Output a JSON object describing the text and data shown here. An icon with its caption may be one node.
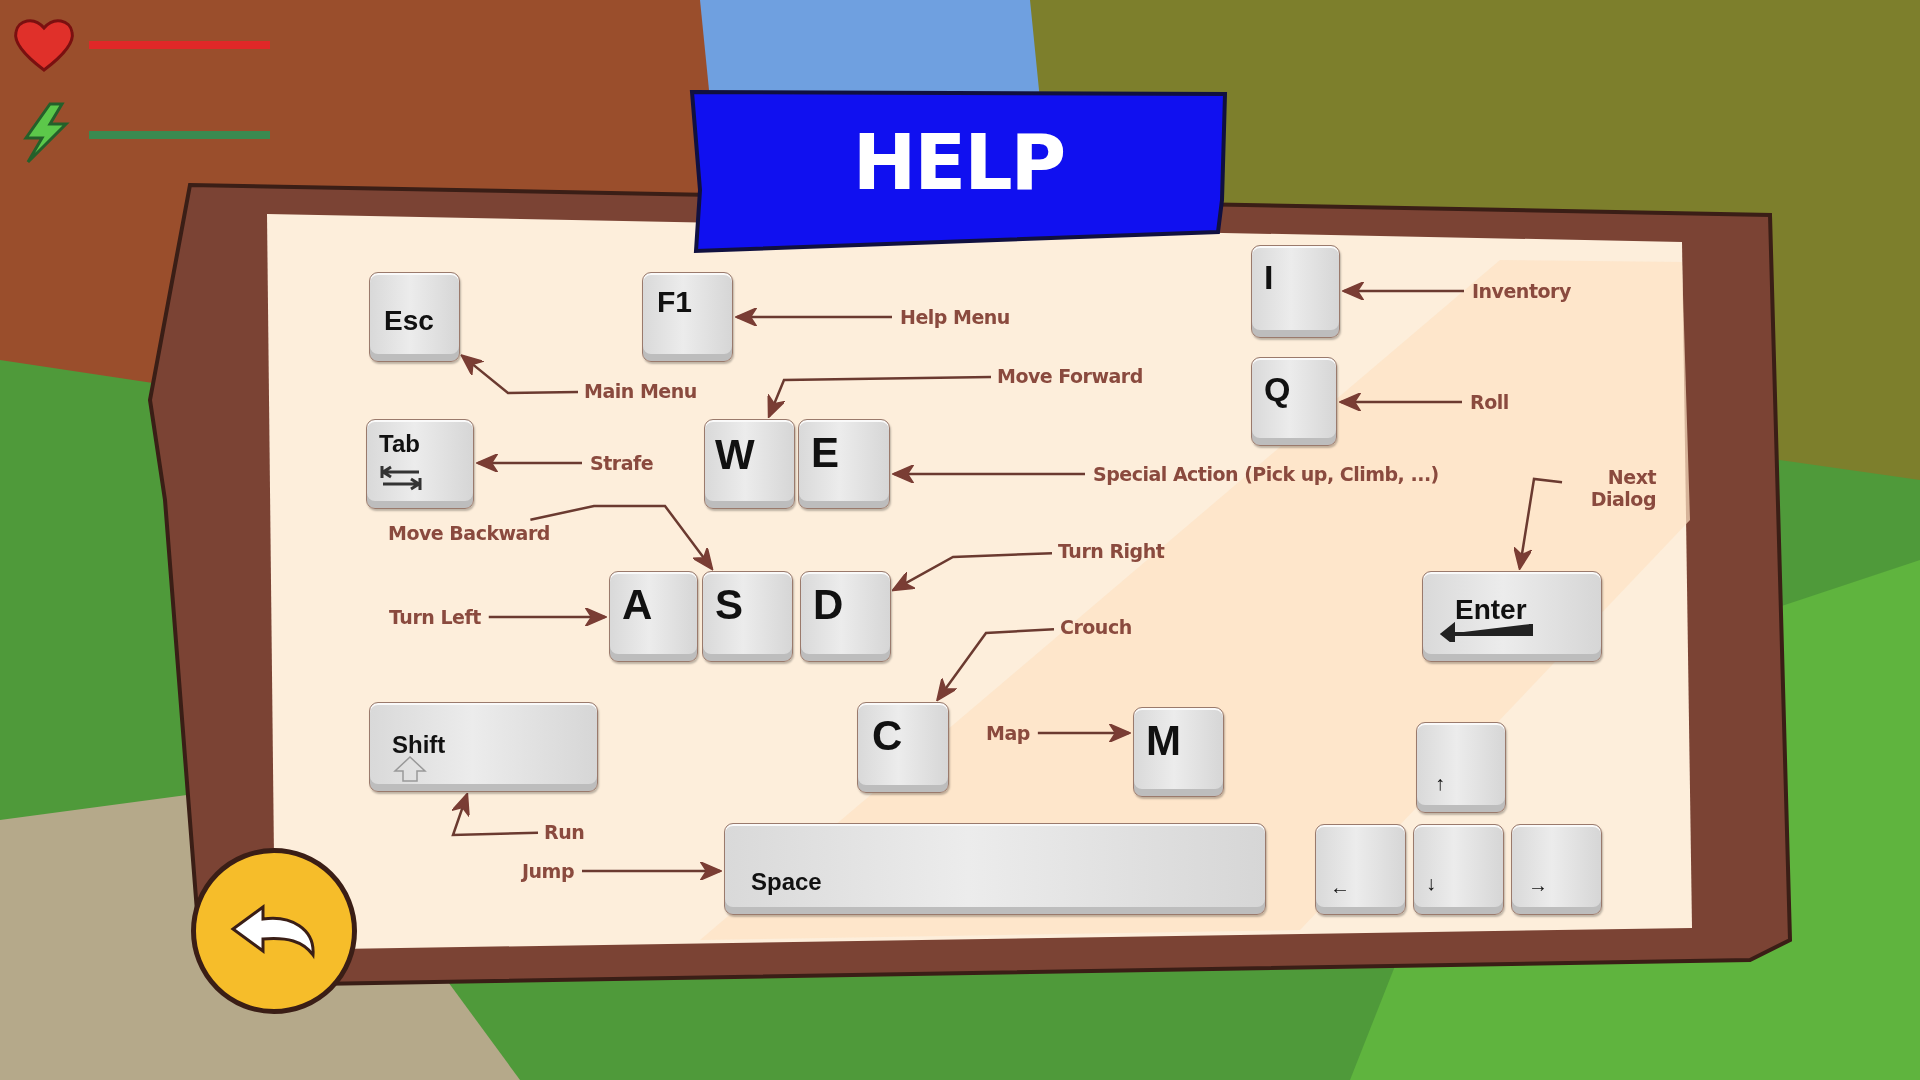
{
  "diagram": {
    "title": "HELP",
    "nodes": [
      {
        "text": [
          "Esc"
        ]
      },
      {
        "text": [
          "F1"
        ]
      },
      {
        "text": [
          "Help Menu"
        ]
      },
      {
        "text": [
          "I"
        ]
      },
      {
        "text": [
          "Inventory"
        ]
      },
      {
        "text": [
          "Main Menu"
        ]
      },
      {
        "text": [
          "Move Forward"
        ]
      },
      {
        "text": [
          "Q"
        ]
      },
      {
        "text": [
          "Roll"
        ]
      },
      {
        "text": [
          "Tab"
        ]
      },
      {
        "text": [
          "Strafe"
        ]
      },
      {
        "text": [
          "W"
        ]
      },
      {
        "text": [
          "E"
        ]
      },
      {
        "text": [
          "Special Action (Pick up, Climb, ...)"
        ]
      },
      {
        "text": [
          "Next Dialog"
        ]
      },
      {
        "text": [
          "Move Backward"
        ]
      },
      {
        "text": [
          "Turn Right"
        ]
      },
      {
        "text": [
          "Turn Left"
        ]
      },
      {
        "text": [
          "A"
        ]
      },
      {
        "text": [
          "S"
        ]
      },
      {
        "text": [
          "D"
        ]
      },
      {
        "text": [
          "Enter"
        ]
      },
      {
        "text": [
          "Crouch"
        ]
      },
      {
        "text": [
          "Shift"
        ]
      },
      {
        "text": [
          "C"
        ]
      },
      {
        "text": [
          "Map"
        ]
      },
      {
        "text": [
          "M"
        ]
      },
      {
        "text": [
          "↑"
        ]
      },
      {
        "text": [
          "Run"
        ]
      },
      {
        "text": [
          "Jump"
        ]
      },
      {
        "text": [
          "Space"
        ]
      },
      {
        "text": [
          "←"
        ]
      },
      {
        "text": [
          "↓"
        ]
      },
      {
        "text": [
          "→"
        ]
      }
    ],
    "edges": [
      {
        "from": 2,
        "to": 1,
        "arrow": "to"
      },
      {
        "from": 5,
        "to": 0,
        "arrow": "to"
      },
      {
        "from": 4,
        "to": 3,
        "arrow": "to"
      },
      {
        "from": 6,
        "to": 11,
        "arrow": "to"
      },
      {
        "from": 8,
        "to": 7,
        "arrow": "to"
      },
      {
        "from": 10,
        "to": 9,
        "arrow": "to"
      },
      {
        "from": 13,
        "to": 12,
        "arrow": "to"
      },
      {
        "from": 14,
        "to": 21,
        "arrow": "to"
      },
      {
        "from": 15,
        "to": 19,
        "arrow": "to"
      },
      {
        "from": 16,
        "to": 20,
        "arrow": "to"
      },
      {
        "from": 17,
        "to": 18,
        "arrow": "to"
      },
      {
        "from": 22,
        "to": 24,
        "arrow": "to"
      },
      {
        "from": 25,
        "to": 26,
        "arrow": "to"
      },
      {
        "from": 28,
        "to": 23,
        "arrow": "to"
      },
      {
        "from": 29,
        "to": 30,
        "arrow": "to"
      }
    ]
  }
}
